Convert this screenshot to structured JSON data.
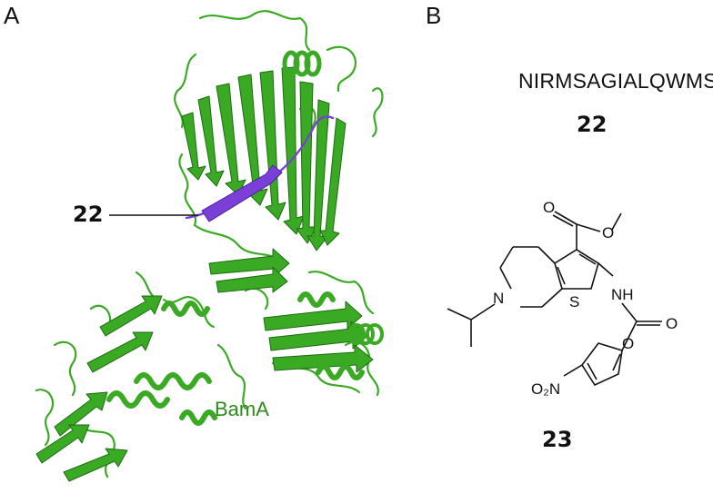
{
  "panels": {
    "a": "A",
    "b": "B"
  },
  "peptide": {
    "sequence": "NIRMSAGIALQWMSP",
    "label": "22"
  },
  "structure_callout": {
    "label": "22"
  },
  "protein": {
    "name": "BamA"
  },
  "small_molecule": {
    "label": "23",
    "atoms": {
      "o_carbonyl_ester": "O",
      "o_ester": "O",
      "n_ring": "N",
      "s_ring": "S",
      "nh": "NH",
      "o_amide": "O",
      "o_furan": "O",
      "nitro": "O₂N"
    }
  },
  "colors": {
    "protein": "#3aaa25",
    "protein_dark": "#1f6a12",
    "peptide": "#7a3fd6",
    "label_green": "#2f8a1a"
  }
}
